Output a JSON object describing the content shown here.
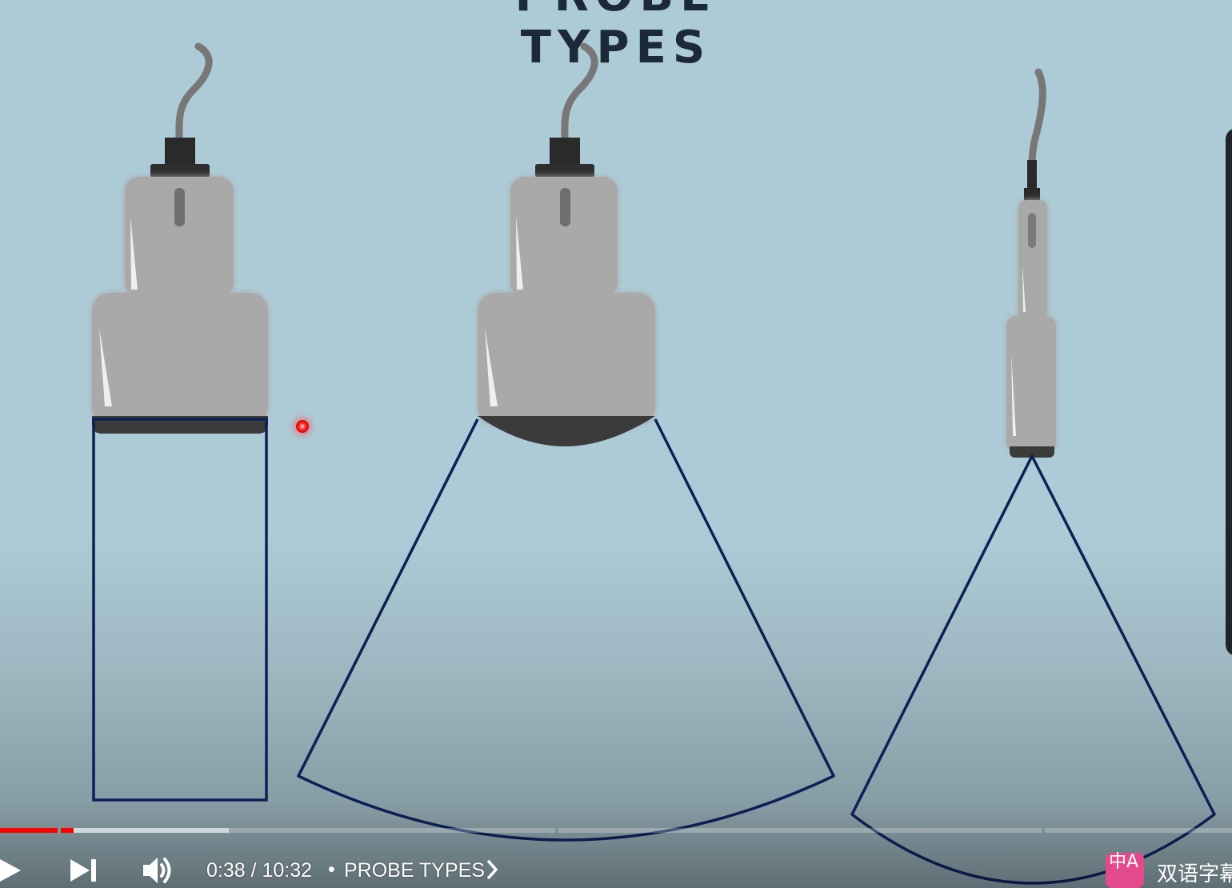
{
  "video": {
    "title_overlay": "PROBE TYPES"
  },
  "player": {
    "progress": {
      "played_fraction": 0.06,
      "buffered_fraction": 0.186,
      "played_color": "#ff0000"
    },
    "time": {
      "current": "0:38",
      "separator": "/",
      "duration": "10:32",
      "display": "0:38 / 10:32"
    },
    "chapter": {
      "bullet": "•",
      "title": "PROBE TYPES"
    },
    "buttons": {
      "play_icon": "play-icon",
      "next_icon": "next-icon",
      "volume_icon": "volume-icon",
      "chapter_icon": "chevron-right-icon"
    },
    "extension": {
      "badge_text": "中A",
      "label": "双语字幕"
    }
  },
  "colors": {
    "background": "#adcbd7",
    "beam_outline": "#0e1f55",
    "probe_body": "#a9a9a9",
    "probe_dark": "#3b3b3b"
  }
}
